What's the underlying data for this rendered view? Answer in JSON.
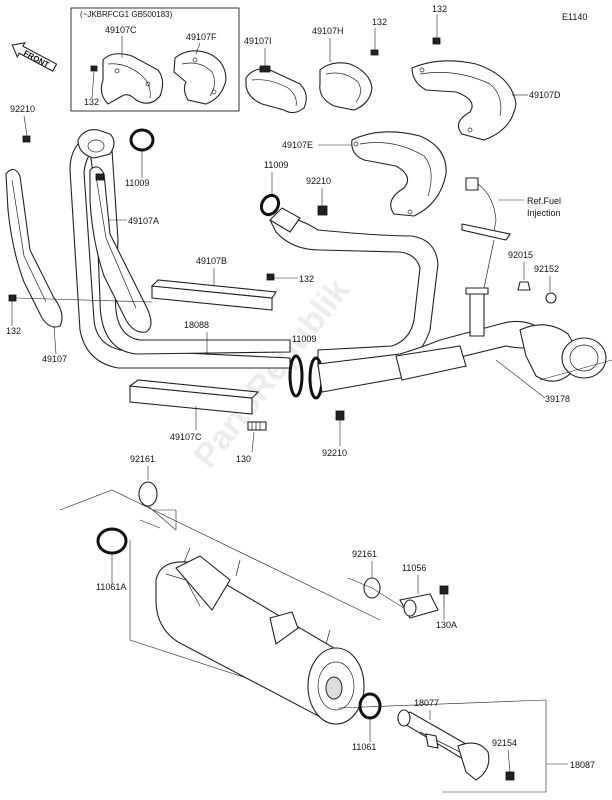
{
  "diagram_code": "E1140",
  "front_label": "FRONT",
  "inset_title": "(~JKBRFCG1 GB500183)",
  "watermark": "PartsRepublik",
  "parts": {
    "p49107c_inset": "49107C",
    "p49107f": "49107F",
    "p132_inset_left": "132",
    "p49107i": "49107I",
    "p49107h": "49107H",
    "p132_top_mid": "132",
    "p132_top_right": "132",
    "p49107d": "49107D",
    "p92210_top": "92210",
    "p11009_top_left": "11009",
    "p49107e": "49107E",
    "p11009_mid": "11009",
    "p92210_mid": "92210",
    "p49107a": "49107A",
    "p49107b": "49107B",
    "p132_mid": "132",
    "p132_left": "132",
    "p49107": "49107",
    "p18088": "18088",
    "p11009_lower": "11009",
    "p92015": "92015",
    "p92152": "92152",
    "p39178": "39178",
    "p49107c_main": "49107C",
    "p130": "130",
    "p92210_lower": "92210",
    "p92161_top": "92161",
    "p11061a": "11061A",
    "p92161_right": "92161",
    "p11056": "11056",
    "p130a": "130A",
    "p18077": "18077",
    "p11061": "11061",
    "p92154": "92154",
    "p18087": "18087"
  },
  "ref_label": "Ref.Fuel",
  "ref_label2": "Injection"
}
